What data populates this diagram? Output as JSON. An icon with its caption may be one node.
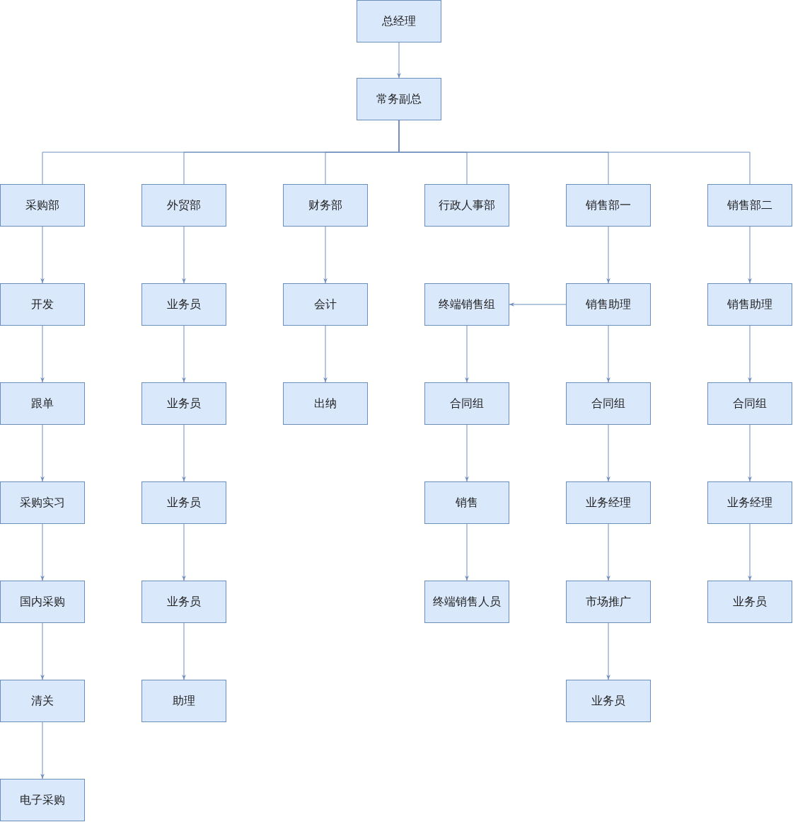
{
  "diagram": {
    "nodes": [
      {
        "text": [
          "总经理"
        ]
      },
      {
        "text": [
          "常务副总"
        ]
      },
      {
        "text": [
          "采购部"
        ]
      },
      {
        "text": [
          "外贸部"
        ]
      },
      {
        "text": [
          "财务部"
        ]
      },
      {
        "text": [
          "行政人事部"
        ]
      },
      {
        "text": [
          "销售部一"
        ]
      },
      {
        "text": [
          "销售部二"
        ]
      },
      {
        "text": [
          "开发"
        ]
      },
      {
        "text": [
          "跟单"
        ]
      },
      {
        "text": [
          "采购实习"
        ]
      },
      {
        "text": [
          "国内采购"
        ]
      },
      {
        "text": [
          "清关"
        ]
      },
      {
        "text": [
          "电子采购"
        ]
      },
      {
        "text": [
          "业务员"
        ]
      },
      {
        "text": [
          "业务员"
        ]
      },
      {
        "text": [
          "业务员"
        ]
      },
      {
        "text": [
          "业务员"
        ]
      },
      {
        "text": [
          "助理"
        ]
      },
      {
        "text": [
          "会计"
        ]
      },
      {
        "text": [
          "出纳"
        ]
      },
      {
        "text": [
          "终端销售组"
        ]
      },
      {
        "text": [
          "合同组"
        ]
      },
      {
        "text": [
          "销售"
        ]
      },
      {
        "text": [
          "终端销售人员"
        ]
      },
      {
        "text": [
          "销售助理"
        ]
      },
      {
        "text": [
          "合同组"
        ]
      },
      {
        "text": [
          "业务经理"
        ]
      },
      {
        "text": [
          "市场推广"
        ]
      },
      {
        "text": [
          "业务员"
        ]
      },
      {
        "text": [
          "销售助理"
        ]
      },
      {
        "text": [
          "合同组"
        ]
      },
      {
        "text": [
          "业务经理"
        ]
      },
      {
        "text": [
          "业务员"
        ]
      }
    ],
    "edges": [
      {
        "from": 0,
        "to": 1,
        "arrow": "to"
      },
      {
        "from": 1,
        "to": 2,
        "arrow": "none"
      },
      {
        "from": 1,
        "to": 3,
        "arrow": "none"
      },
      {
        "from": 1,
        "to": 4,
        "arrow": "none"
      },
      {
        "from": 1,
        "to": 5,
        "arrow": "none"
      },
      {
        "from": 1,
        "to": 6,
        "arrow": "none"
      },
      {
        "from": 1,
        "to": 7,
        "arrow": "none"
      },
      {
        "from": 2,
        "to": 8,
        "arrow": "to"
      },
      {
        "from": 8,
        "to": 9,
        "arrow": "to"
      },
      {
        "from": 9,
        "to": 10,
        "arrow": "to"
      },
      {
        "from": 10,
        "to": 11,
        "arrow": "to"
      },
      {
        "from": 11,
        "to": 12,
        "arrow": "to"
      },
      {
        "from": 12,
        "to": 13,
        "arrow": "to"
      },
      {
        "from": 3,
        "to": 14,
        "arrow": "to"
      },
      {
        "from": 14,
        "to": 15,
        "arrow": "to"
      },
      {
        "from": 15,
        "to": 16,
        "arrow": "to"
      },
      {
        "from": 16,
        "to": 17,
        "arrow": "to"
      },
      {
        "from": 17,
        "to": 18,
        "arrow": "to"
      },
      {
        "from": 4,
        "to": 19,
        "arrow": "to"
      },
      {
        "from": 19,
        "to": 20,
        "arrow": "to"
      },
      {
        "from": 25,
        "to": 21,
        "arrow": "to"
      },
      {
        "from": 21,
        "to": 22,
        "arrow": "to"
      },
      {
        "from": 22,
        "to": 23,
        "arrow": "to"
      },
      {
        "from": 23,
        "to": 24,
        "arrow": "to"
      },
      {
        "from": 6,
        "to": 25,
        "arrow": "to"
      },
      {
        "from": 25,
        "to": 26,
        "arrow": "to"
      },
      {
        "from": 26,
        "to": 27,
        "arrow": "to"
      },
      {
        "from": 27,
        "to": 28,
        "arrow": "to"
      },
      {
        "from": 28,
        "to": 29,
        "arrow": "to"
      },
      {
        "from": 7,
        "to": 30,
        "arrow": "to"
      },
      {
        "from": 30,
        "to": 31,
        "arrow": "to"
      },
      {
        "from": 31,
        "to": 32,
        "arrow": "to"
      },
      {
        "from": 32,
        "to": 33,
        "arrow": "to"
      }
    ]
  }
}
